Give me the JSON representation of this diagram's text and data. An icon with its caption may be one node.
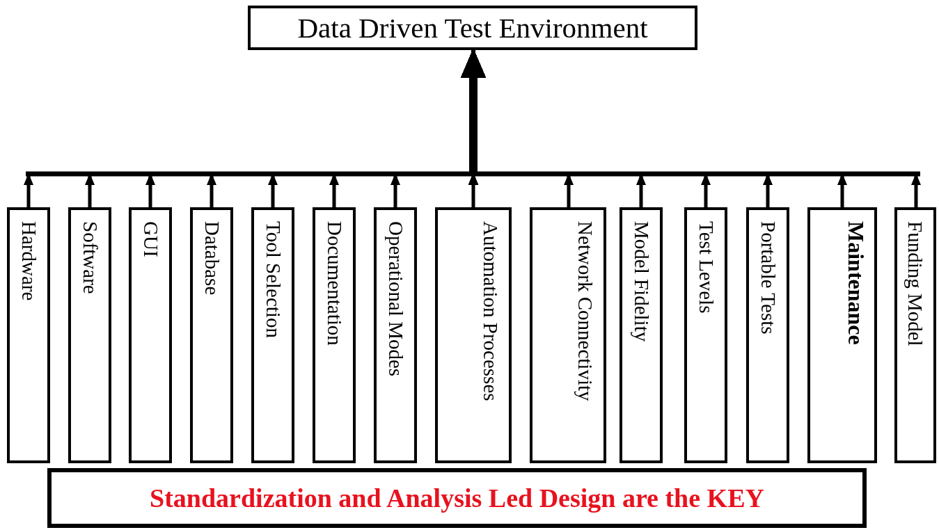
{
  "diagram": {
    "nodes": [
      {
        "text": [
          "Data Driven Test Environment"
        ]
      },
      {
        "text": [
          "Hardware"
        ]
      },
      {
        "text": [
          "Software"
        ]
      },
      {
        "text": [
          "GUI"
        ]
      },
      {
        "text": [
          "Database"
        ]
      },
      {
        "text": [
          "Tool Selection"
        ]
      },
      {
        "text": [
          "Documentation"
        ]
      },
      {
        "text": [
          "Operational Modes"
        ]
      },
      {
        "text": [
          "Automation Processes"
        ]
      },
      {
        "text": [
          "Network Connectivity"
        ]
      },
      {
        "text": [
          "Model Fidelity"
        ]
      },
      {
        "text": [
          "Test Levels"
        ]
      },
      {
        "text": [
          "Portable Tests"
        ]
      },
      {
        "text": [
          "Maintenance"
        ]
      },
      {
        "text": [
          "Funding Model"
        ]
      },
      {
        "text": [
          "Standardization and Analysis Led Design are the KEY"
        ]
      }
    ],
    "edges": [
      {
        "from": 1,
        "to": 0,
        "arrow": "to"
      },
      {
        "from": 2,
        "to": 0,
        "arrow": "to"
      },
      {
        "from": 3,
        "to": 0,
        "arrow": "to"
      },
      {
        "from": 4,
        "to": 0,
        "arrow": "to"
      },
      {
        "from": 5,
        "to": 0,
        "arrow": "to"
      },
      {
        "from": 6,
        "to": 0,
        "arrow": "to"
      },
      {
        "from": 7,
        "to": 0,
        "arrow": "to"
      },
      {
        "from": 8,
        "to": 0,
        "arrow": "to"
      },
      {
        "from": 9,
        "to": 0,
        "arrow": "to"
      },
      {
        "from": 10,
        "to": 0,
        "arrow": "to"
      },
      {
        "from": 11,
        "to": 0,
        "arrow": "to"
      },
      {
        "from": 12,
        "to": 0,
        "arrow": "to"
      },
      {
        "from": 13,
        "to": 0,
        "arrow": "to"
      },
      {
        "from": 14,
        "to": 0,
        "arrow": "to"
      }
    ]
  }
}
